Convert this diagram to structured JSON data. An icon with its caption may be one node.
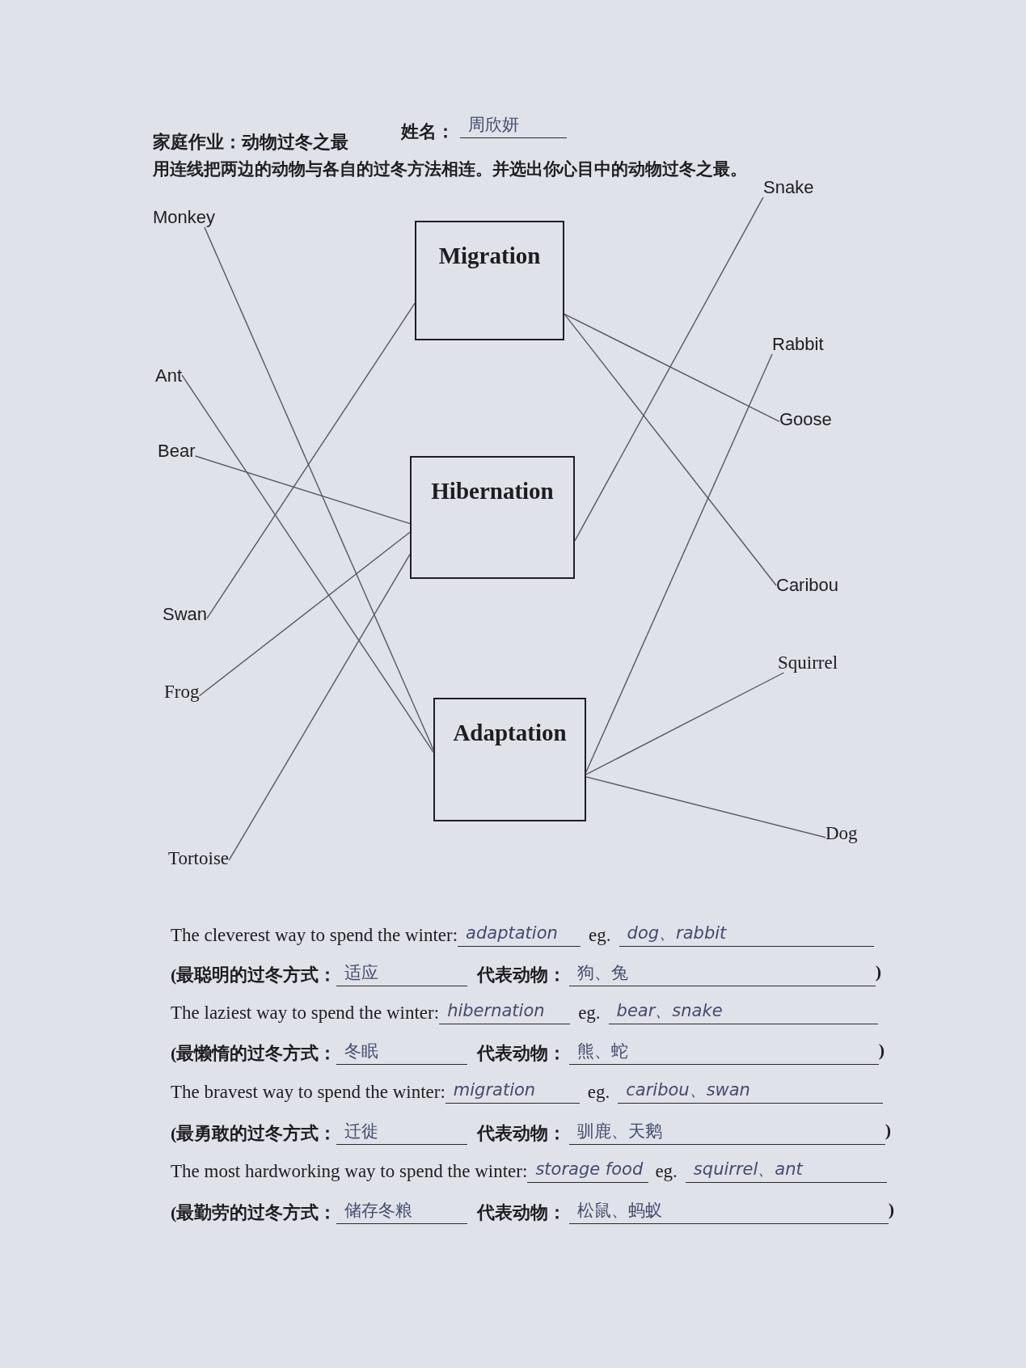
{
  "diagram": {
    "title": "家庭作业：动物过冬之最",
    "nodes": [
      {
        "text": [
          "Monkey"
        ]
      },
      {
        "text": [
          "Ant"
        ]
      },
      {
        "text": [
          "Bear"
        ]
      },
      {
        "text": [
          "Swan"
        ]
      },
      {
        "text": [
          "Frog"
        ]
      },
      {
        "text": [
          "Tortoise"
        ]
      },
      {
        "text": [
          "Migration"
        ]
      },
      {
        "text": [
          "Hibernation"
        ]
      },
      {
        "text": [
          "Adaptation"
        ]
      },
      {
        "text": [
          "Snake"
        ]
      },
      {
        "text": [
          "Rabbit"
        ]
      },
      {
        "text": [
          "Goose"
        ]
      },
      {
        "text": [
          "Caribou"
        ]
      },
      {
        "text": [
          "Squirrel"
        ]
      },
      {
        "text": [
          "Dog"
        ]
      }
    ],
    "edges": [
      {
        "from": 0,
        "to": 8,
        "arrow": "none"
      },
      {
        "from": 1,
        "to": 8,
        "arrow": "none"
      },
      {
        "from": 2,
        "to": 7,
        "arrow": "none"
      },
      {
        "from": 3,
        "to": 6,
        "arrow": "none"
      },
      {
        "from": 4,
        "to": 7,
        "arrow": "none"
      },
      {
        "from": 5,
        "to": 7,
        "arrow": "none"
      },
      {
        "from": 9,
        "to": 7,
        "arrow": "none"
      },
      {
        "from": 10,
        "to": 8,
        "arrow": "none"
      },
      {
        "from": 11,
        "to": 6,
        "arrow": "none"
      },
      {
        "from": 12,
        "to": 6,
        "arrow": "none"
      },
      {
        "from": 13,
        "to": 8,
        "arrow": "none"
      },
      {
        "from": 14,
        "to": 8,
        "arrow": "none"
      }
    ],
    "labels": [
      "姓名：",
      "周欣妍",
      "用连线把两边的动物与各自的过冬方法相连。并选出你心目中的动物过冬之最。",
      "The cleverest way to spend the winter:",
      "adaptation",
      "eg.",
      "dog、rabbit",
      "(最聪明的过冬方式：",
      "适应",
      "代表动物：",
      "狗、兔",
      ")",
      "The laziest way to spend the winter:",
      "hibernation",
      "eg.",
      "bear、snake",
      "(最懒惰的过冬方式：",
      "冬眠",
      "代表动物：",
      "熊、蛇",
      ")",
      "The bravest way to spend the winter:",
      "migration",
      "eg.",
      "caribou、swan",
      "(最勇敢的过冬方式：",
      "迁徙",
      "代表动物：",
      "驯鹿、天鹅",
      ")",
      "The most hardworking way to spend the winter:",
      "storage food",
      "eg.",
      "squirrel、ant",
      "(最勤劳的过冬方式：",
      "储存冬粮",
      "代表动物：",
      "松鼠、蚂蚁",
      ")"
    ]
  }
}
